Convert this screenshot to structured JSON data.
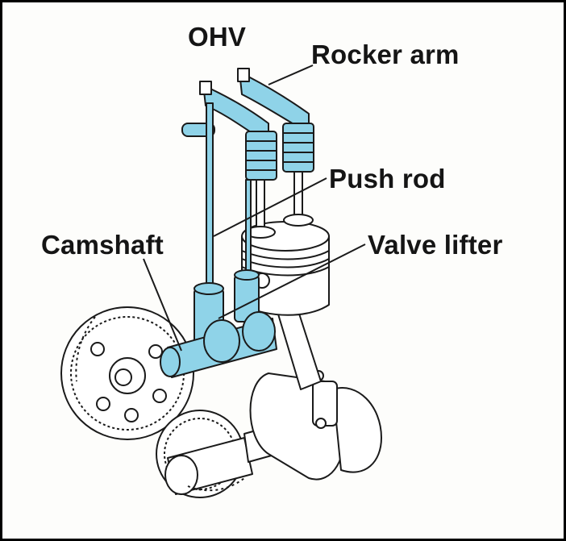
{
  "diagram": {
    "title": "OHV",
    "labels": {
      "rocker_arm": "Rocker arm",
      "push_rod": "Push rod",
      "camshaft": "Camshaft",
      "valve_lifter": "Valve lifter"
    }
  },
  "colors": {
    "part_fill": "#8fd3e8",
    "part_stroke": "#1a1a1a",
    "background": "#fdfdfb",
    "text": "#151515"
  }
}
